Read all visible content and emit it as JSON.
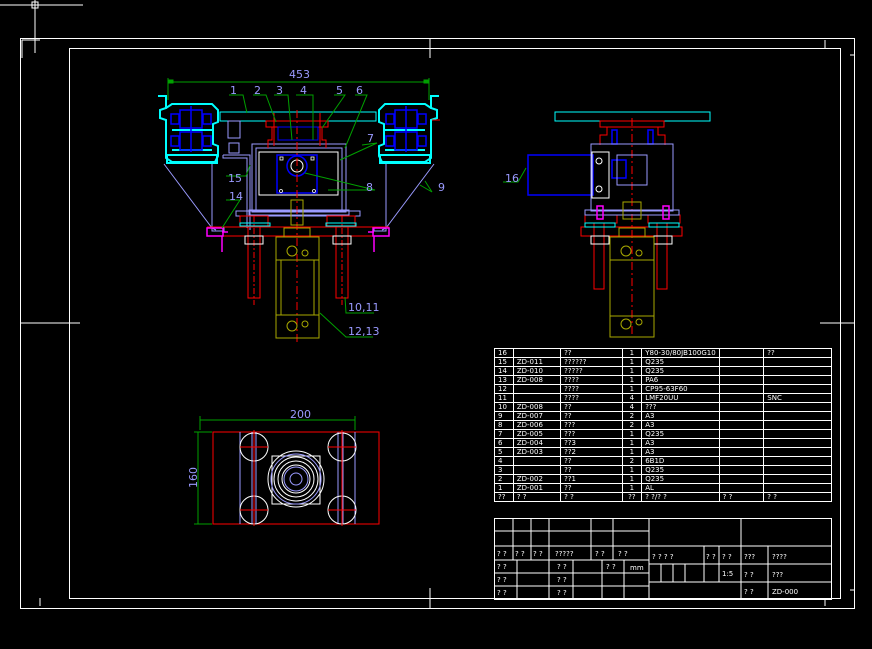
{
  "drawing": {
    "background": "#000000",
    "colors": {
      "frame": "#ffffff",
      "cyan": "#00ffff",
      "blue": "#0000ff",
      "lavender": "#9a9aff",
      "red": "#ff0000",
      "yellow": "#a8a800",
      "magenta": "#ff00ff",
      "green": "#008000"
    }
  },
  "front_view": {
    "overall_dimension": "453",
    "leaders": [
      {
        "num": "1"
      },
      {
        "num": "2"
      },
      {
        "num": "3"
      },
      {
        "num": "4"
      },
      {
        "num": "5"
      },
      {
        "num": "6"
      },
      {
        "num": "7"
      },
      {
        "num": "8"
      },
      {
        "num": "9"
      },
      {
        "num": "10,11"
      },
      {
        "num": "12,13"
      },
      {
        "num": "14"
      },
      {
        "num": "15"
      }
    ]
  },
  "side_view": {
    "leaders": [
      {
        "num": "16"
      }
    ]
  },
  "bottom_view": {
    "width_dimension": "200",
    "height_dimension": "160"
  },
  "bom": {
    "rows": [
      {
        "no": "16",
        "code": "",
        "name": "??",
        "qty": "1",
        "material": "Y80-30/80JB100G10",
        "c6": "",
        "c7": "??"
      },
      {
        "no": "15",
        "code": "ZD-011",
        "name": "??????",
        "qty": "1",
        "material": "Q235",
        "c6": "",
        "c7": ""
      },
      {
        "no": "14",
        "code": "ZD-010",
        "name": "?????",
        "qty": "1",
        "material": "Q235",
        "c6": "",
        "c7": ""
      },
      {
        "no": "13",
        "code": "ZD-008",
        "name": "????",
        "qty": "1",
        "material": "PA6",
        "c6": "",
        "c7": ""
      },
      {
        "no": "12",
        "code": "",
        "name": "????",
        "qty": "1",
        "material": "CP95-63F60",
        "c6": "",
        "c7": ""
      },
      {
        "no": "11",
        "code": "",
        "name": "????",
        "qty": "4",
        "material": "LMF20UU",
        "c6": "",
        "c7": "SNC"
      },
      {
        "no": "10",
        "code": "ZD-008",
        "name": "??",
        "qty": "4",
        "material": "???",
        "c6": "",
        "c7": ""
      },
      {
        "no": "9",
        "code": "ZD-007",
        "name": "??",
        "qty": "2",
        "material": "A3",
        "c6": "",
        "c7": ""
      },
      {
        "no": "8",
        "code": "ZD-006",
        "name": "???",
        "qty": "2",
        "material": "A3",
        "c6": "",
        "c7": ""
      },
      {
        "no": "7",
        "code": "ZD-005",
        "name": "???",
        "qty": "1",
        "material": "Q235",
        "c6": "",
        "c7": ""
      },
      {
        "no": "6",
        "code": "ZD-004",
        "name": "??3",
        "qty": "1",
        "material": "A3",
        "c6": "",
        "c7": ""
      },
      {
        "no": "5",
        "code": "ZD-003",
        "name": "??2",
        "qty": "1",
        "material": "A3",
        "c6": "",
        "c7": ""
      },
      {
        "no": "4",
        "code": "",
        "name": "??",
        "qty": "2",
        "material": "6B1D",
        "c6": "",
        "c7": ""
      },
      {
        "no": "3",
        "code": "",
        "name": "??",
        "qty": "1",
        "material": "Q235",
        "c6": "",
        "c7": ""
      },
      {
        "no": "2",
        "code": "ZD-002",
        "name": "??1",
        "qty": "1",
        "material": "Q235",
        "c6": "",
        "c7": ""
      },
      {
        "no": "1",
        "code": "ZD-001",
        "name": "??",
        "qty": "1",
        "material": "AL",
        "c6": "",
        "c7": ""
      }
    ],
    "header": {
      "no": "??",
      "code": "? ?",
      "name": "? ?",
      "qty": "??",
      "material": "? ?/? ?",
      "c6": "? ?",
      "c7": "? ?"
    }
  },
  "title_block": {
    "design_row": [
      "? ?",
      "? ?",
      "? ?",
      "?????",
      "? ?",
      "? ?"
    ],
    "left_rows": [
      {
        "label": "? ?",
        "mid": "? ?",
        "right_label": "? ?",
        "unit": "mm"
      },
      {
        "label": "? ?",
        "mid": "? ?"
      },
      {
        "label": "? ?",
        "mid": "? ?"
      }
    ],
    "stage_label": "? ? ? ?",
    "weight_label": "? ?",
    "scale_label": "? ?",
    "scale_value": "1:5",
    "sheet_label_1": "???",
    "sheet_value_1": "????",
    "sheet_label_2": "? ?",
    "sheet_value_2": "???",
    "drawing_no_label": "? ?",
    "drawing_no": "ZD-000"
  }
}
